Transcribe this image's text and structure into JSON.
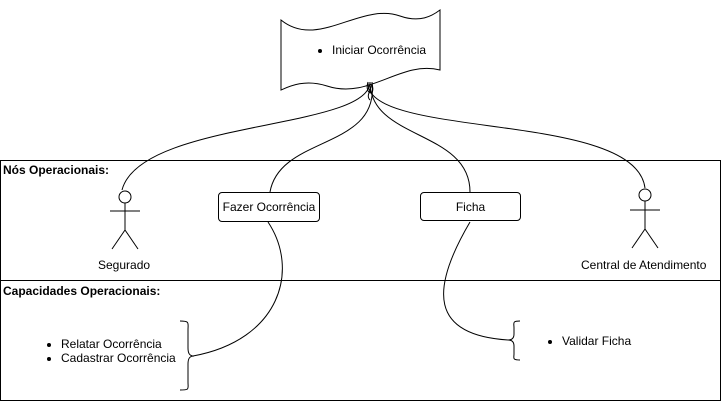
{
  "banner": {
    "item": "Iniciar Ocorrência"
  },
  "lanes": {
    "nodes_title": "Nós Operacionais:",
    "capabilities_title": "Capacidades Operacionais:"
  },
  "nodes": {
    "segurado": "Segurado",
    "fazer_ocorrencia": "Fazer Ocorrência",
    "ficha": "Ficha",
    "central": "Central de Atendimento"
  },
  "capabilities": {
    "group1": [
      "Relatar Ocorrência",
      "Cadastrar Ocorrência"
    ],
    "group2": [
      "Validar Ficha"
    ]
  }
}
